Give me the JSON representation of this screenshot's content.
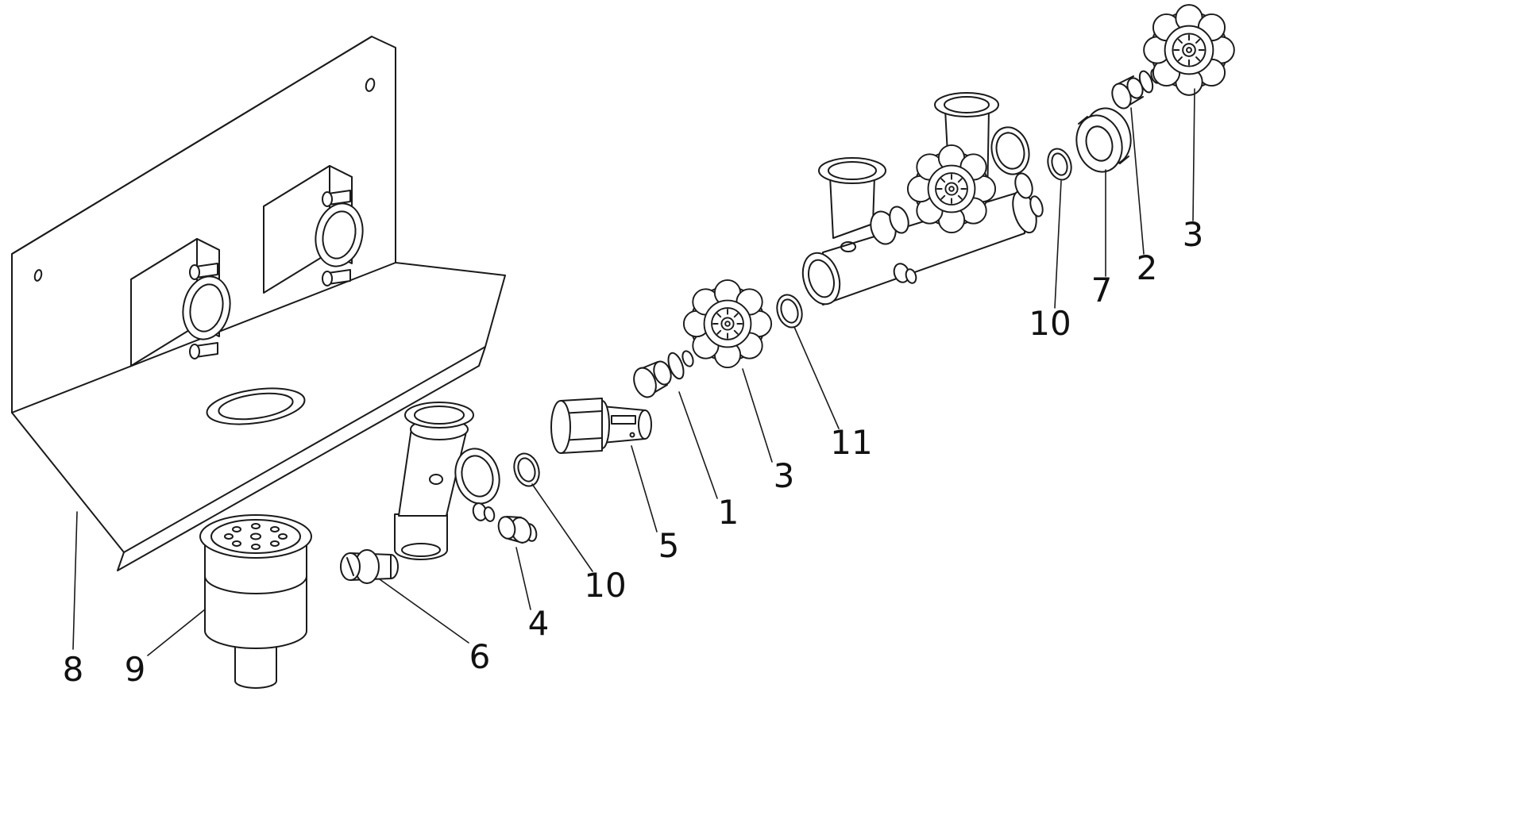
{
  "page": {
    "background": "#ffffff",
    "line_color": "#1a1a1a",
    "label_color": "#111111"
  },
  "diagram": {
    "type": "exploded-parts-diagram",
    "callouts": [
      {
        "label": "8"
      },
      {
        "label": "9"
      },
      {
        "label": "6"
      },
      {
        "label": "4"
      },
      {
        "label": "10"
      },
      {
        "label": "5"
      },
      {
        "label": "1"
      },
      {
        "label": "3"
      },
      {
        "label": "11"
      },
      {
        "label": "10"
      },
      {
        "label": "7"
      },
      {
        "label": "2"
      },
      {
        "label": "3"
      }
    ]
  }
}
